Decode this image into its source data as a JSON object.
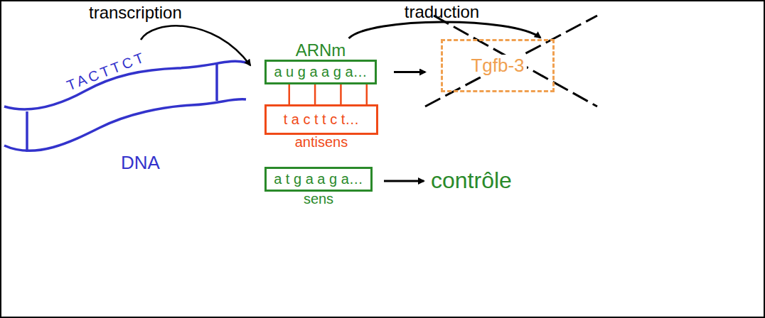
{
  "diagram": {
    "nodes": [
      {
        "text": [
          "ARNm",
          "a u g a a g a…"
        ]
      },
      {
        "text": [
          "t a c t t c t…",
          "antisens"
        ]
      },
      {
        "text": [
          "a t g a a g a…",
          "sens"
        ]
      },
      {
        "text": [
          "Tgfb-3"
        ]
      }
    ],
    "edges": [
      {
        "from": 0,
        "to": 3,
        "label": "traduction",
        "arrow": "to"
      },
      {
        "from": 0,
        "to": 3,
        "arrow": "to"
      },
      {
        "from": 0,
        "to": 1,
        "arrow": "none"
      }
    ],
    "labels": [
      "transcription",
      "TACTTCT",
      "DNA",
      "contrôle"
    ]
  }
}
